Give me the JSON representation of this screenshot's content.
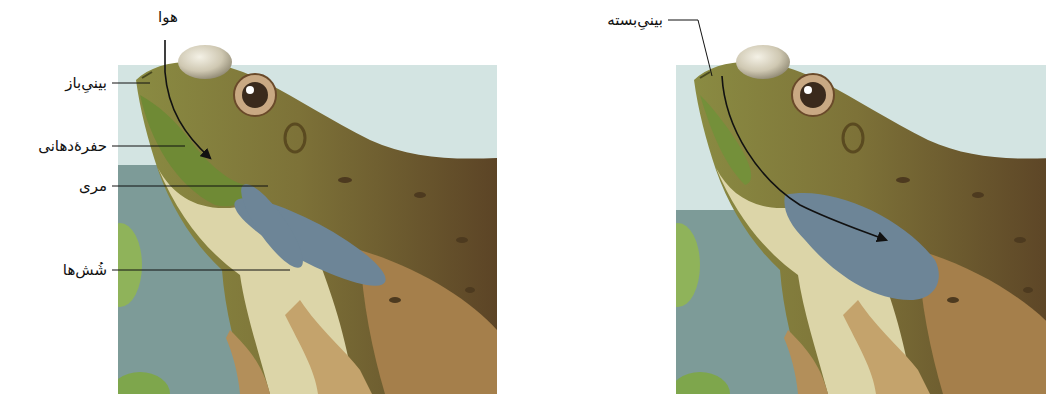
{
  "diagram": {
    "labels": [
      "هوا",
      "بینیِ‌باز",
      "حفرهٔ‌دهانی",
      "مری",
      "شُش‌ها",
      "بینیِ‌بسته"
    ]
  }
}
